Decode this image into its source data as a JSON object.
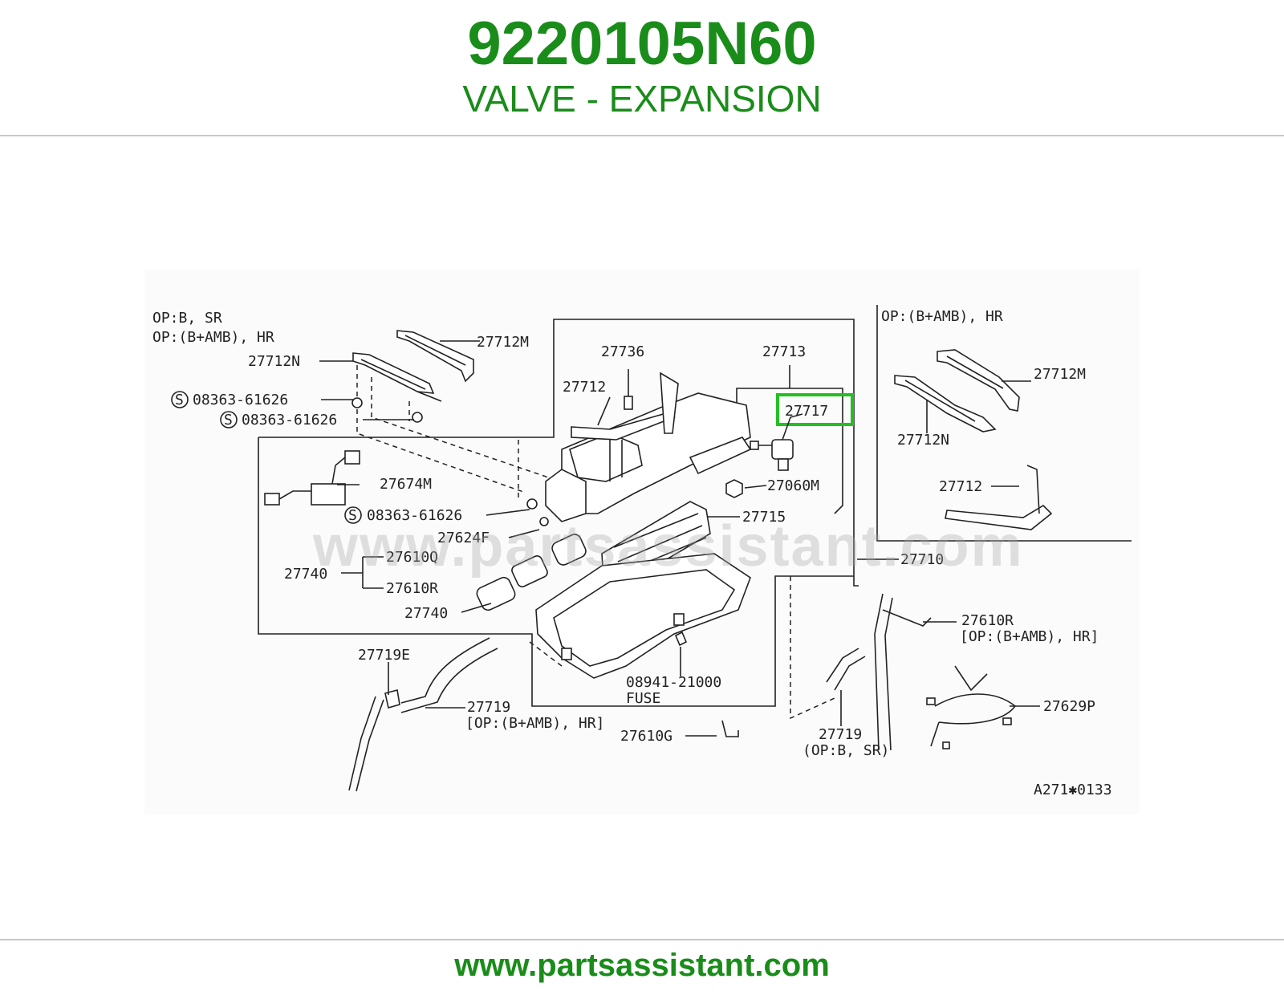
{
  "header": {
    "part_number": "9220105N60",
    "description": "VALVE - EXPANSION"
  },
  "footer": {
    "website": "www.partsassistant.com"
  },
  "watermark": "www.partsassistant.com",
  "colors": {
    "brand_green": "#1a8c1a",
    "highlight_green": "#22c022",
    "divider": "#c8c8c8"
  },
  "diagram": {
    "notes": {
      "op_b_sr": "ΟP:B, SR",
      "op_b_amb_hr_left": "ΟP:(B+AMB), HR",
      "op_b_amb_hr_right": "ΟP:(B+AMB), HR",
      "op_b_amb_hr_27610r": "[ΟP:(B+AMB), HR]",
      "op_b_amb_hr_27719": "[ΟP:(B+AMB), HR]",
      "op_b_sr_27719": "(ΟP:B, SR)",
      "fuse": "FUSE",
      "ref_code": "A271✱0133"
    },
    "labels": {
      "p27712M_left": "27712M",
      "p27712N_left": "27712N",
      "p08363_a": "08363-61626",
      "p08363_b": "08363-61626",
      "p08363_c": "08363-61626",
      "p27736": "27736",
      "p27713": "27713",
      "p27712": "27712",
      "p27717": "27717",
      "p27674M": "27674M",
      "p27060M": "27060M",
      "p27715": "27715",
      "p27624F": "27624F",
      "p27610Q": "27610Q",
      "p27740_a": "27740",
      "p27610R_left": "27610R",
      "p27740_b": "27740",
      "p27710": "27710",
      "p27719E": "27719E",
      "p27719_left": "27719",
      "p08941": "08941-21000",
      "p27610G": "27610G",
      "p27719_right": "27719",
      "p27610R_right": "27610R",
      "p27629P": "27629P",
      "p27712M_right": "27712M",
      "p27712N_right": "27712N",
      "p27712_right": "27712",
      "s_symbol": "S"
    },
    "highlighted_part": "27717"
  }
}
